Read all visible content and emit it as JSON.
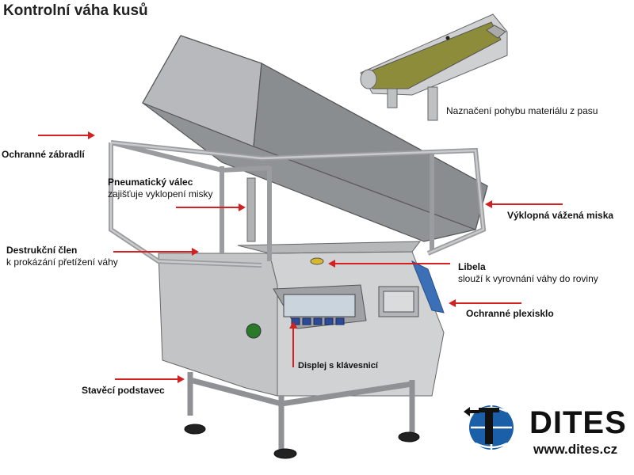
{
  "title": "Kontrolní váha kusů",
  "labels": {
    "conveyor_note": "Naznačení pohybu materiálu z pasu",
    "railing": "Ochranné zábradlí",
    "cylinder_title": "Pneumatický válec",
    "cylinder_sub": "zajišťuje vyklopení misky",
    "tilt_bowl": "Výklopná vážená miska",
    "destruct_title": "Destrukční člen",
    "destruct_sub": "k prokázání přetížení váhy",
    "level_title": "Libela",
    "level_sub": "slouží k vyrovnání váhy do roviny",
    "plexi": "Ochranné plexisklo",
    "display": "Displej s klávesnicí",
    "stand": "Stavěcí podstavec"
  },
  "logo": {
    "brand": "DITES",
    "url": "www.dites.cz"
  },
  "colors": {
    "arrow": "#d42020",
    "belt": "#8c8c3a",
    "steel": "#a9abae",
    "plexi": "#3b6fb6",
    "logo_blue": "#1a5fa8"
  }
}
